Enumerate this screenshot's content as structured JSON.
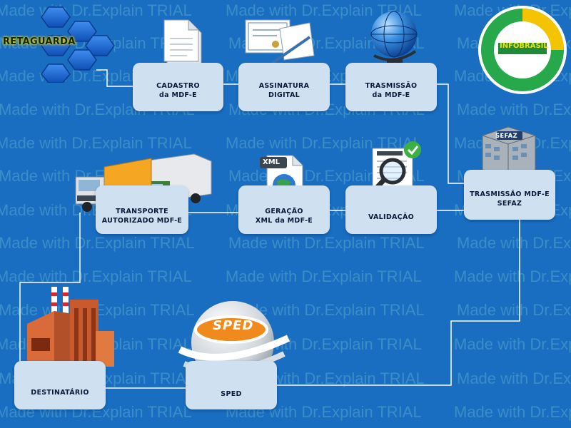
{
  "watermark": {
    "text": "Made with Dr.Explain TRIAL"
  },
  "retaguarda": {
    "label": "RETAGUARDA"
  },
  "logo": {
    "text": "INFOBRASIL"
  },
  "sefaz_badge": {
    "text": "SEFAZ"
  },
  "xml_badge": {
    "text": "XML"
  },
  "sped_badge": {
    "text": "SPED"
  },
  "nodes": {
    "cadastro": {
      "line1": "CADASTRO",
      "line2": "da MDF-E"
    },
    "assinatura": {
      "line1": "ASSINATURA",
      "line2": "DIGITAL"
    },
    "trasmissao": {
      "line1": "TRASMISSÃO",
      "line2": "da MDF-E"
    },
    "trasmissao_sefaz": {
      "line1": "TRASMISSÃO  MDF-E",
      "line2": "SEFAZ"
    },
    "validacao": {
      "line1": "VALIDAÇÃO"
    },
    "geracao": {
      "line1": "GERAÇÃO",
      "line2": "XML da MDF-E"
    },
    "transporte": {
      "line1": "TRANSPORTE",
      "line2": "AUTORIZADO MDF-E"
    },
    "destinatario": {
      "line1": "DESTINATÁRIO"
    },
    "sped": {
      "line1": "SPED"
    }
  }
}
